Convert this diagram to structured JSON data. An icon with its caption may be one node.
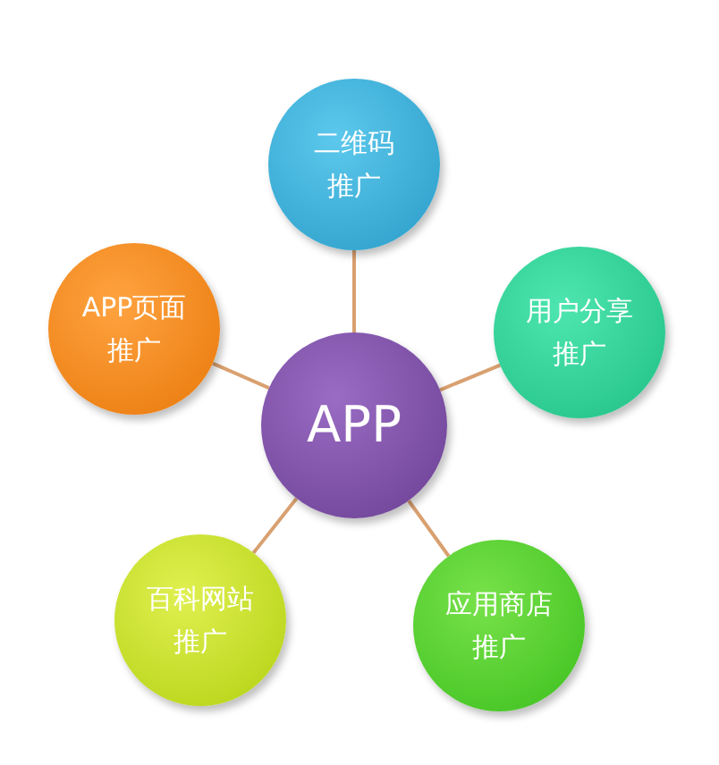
{
  "diagram": {
    "nodes": [
      {
        "text": [
          "APP"
        ]
      },
      {
        "text": [
          "二维码",
          "推广"
        ]
      },
      {
        "text": [
          "用户分享",
          "推广"
        ]
      },
      {
        "text": [
          "应用商店",
          "推广"
        ]
      },
      {
        "text": [
          "百科网站",
          "推广"
        ]
      },
      {
        "text": [
          "APP页面",
          "推广"
        ]
      }
    ],
    "edges": [
      {
        "from": 0,
        "to": 1,
        "arrow": "none"
      },
      {
        "from": 0,
        "to": 2,
        "arrow": "none"
      },
      {
        "from": 0,
        "to": 3,
        "arrow": "none"
      },
      {
        "from": 0,
        "to": 4,
        "arrow": "none"
      },
      {
        "from": 0,
        "to": 5,
        "arrow": "none"
      }
    ]
  }
}
